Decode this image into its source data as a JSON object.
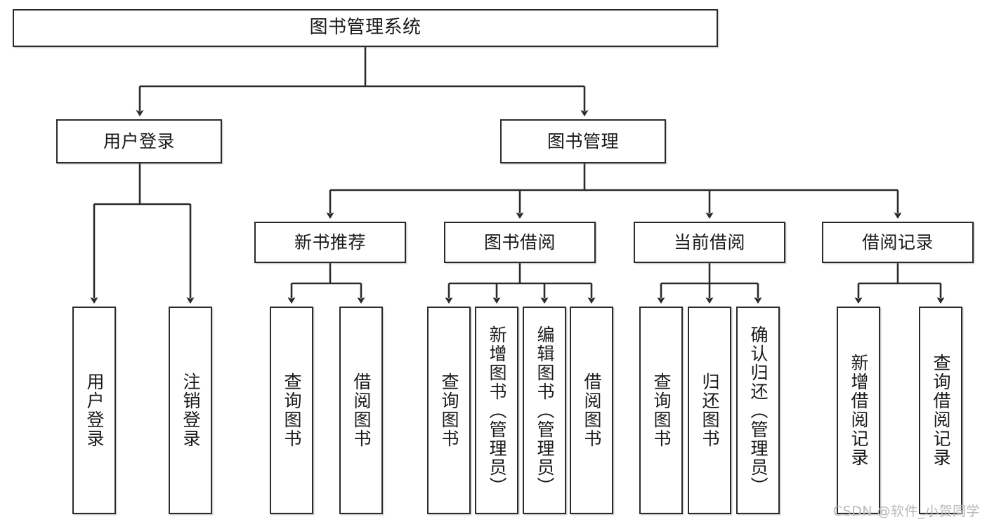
{
  "diagram": {
    "title": "图书管理系统",
    "type": "tree-hierarchy",
    "colors": {
      "box_border": "#2b2b2b",
      "box_fill": "#ffffff",
      "edge": "#2b2b2b",
      "text": "#1a1a1a",
      "watermark": "#b9b9b9"
    },
    "nodes": {
      "root": "图书管理系统",
      "level2": {
        "user_login": "用户登录",
        "book_manage": "图书管理"
      },
      "level3": {
        "new_book_rec": "新书推荐",
        "book_borrow": "图书借阅",
        "current_borrow": "当前借阅",
        "borrow_record": "借阅记录"
      },
      "leaves": {
        "user_login_1": "用户登录",
        "user_login_2": "注销登录",
        "new_book_rec_1": "查询图书",
        "new_book_rec_2": "借阅图书",
        "book_borrow_1": "查询图书",
        "book_borrow_2": "新增图书（管理员）",
        "book_borrow_3": "编辑图书（管理员）",
        "book_borrow_4": "借阅图书",
        "current_borrow_1": "查询图书",
        "current_borrow_2": "归还图书",
        "current_borrow_3": "确认归还（管理员）",
        "borrow_record_1": "新增借阅记录",
        "borrow_record_2": "查询借阅记录"
      }
    },
    "watermark": "CSDN @软件_小贺同学"
  }
}
